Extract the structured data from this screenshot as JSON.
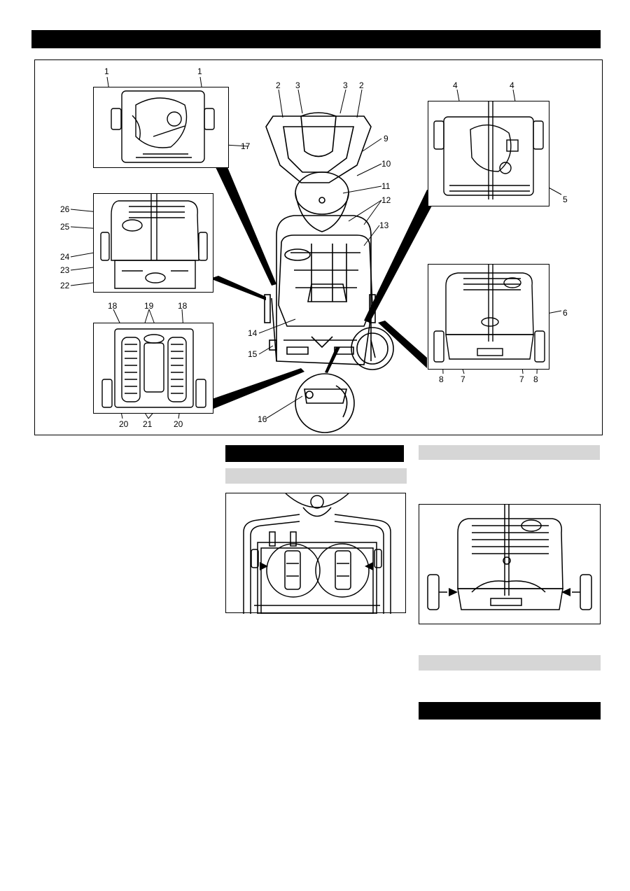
{
  "callouts": {
    "c1a": "1",
    "c1b": "1",
    "c2a": "2",
    "c3a": "3",
    "c3b": "3",
    "c2b": "2",
    "c4a": "4",
    "c4b": "4",
    "c5": "5",
    "c6": "6",
    "c7a": "7",
    "c7b": "7",
    "c8a": "8",
    "c8b": "8",
    "c9": "9",
    "c10": "10",
    "c11": "11",
    "c12": "12",
    "c13": "13",
    "c14": "14",
    "c15": "15",
    "c16": "16",
    "c17": "17",
    "c18a": "18",
    "c18b": "18",
    "c19": "19",
    "c20a": "20",
    "c20b": "20",
    "c21": "21",
    "c22": "22",
    "c23": "23",
    "c24": "24",
    "c25": "25",
    "c26": "26"
  }
}
